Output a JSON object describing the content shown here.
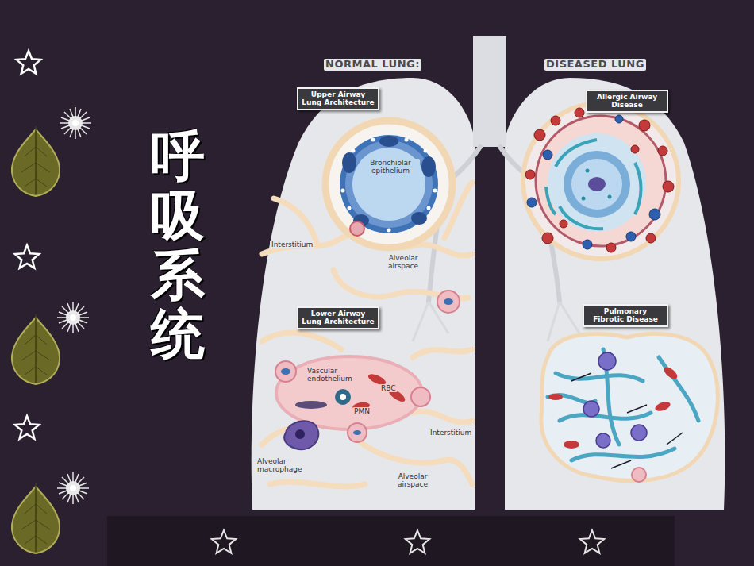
{
  "diagram": {
    "title": "呼吸系统",
    "nodes": [
      {
        "text": [
          "Upper Airway Lung Architecture"
        ]
      },
      {
        "text": [
          "Allergic Airway Disease"
        ]
      },
      {
        "text": [
          "Lower Airway Lung Architecture"
        ]
      },
      {
        "text": [
          "Pulmonary Fibrotic Disease"
        ]
      }
    ],
    "labels": [
      "NORMAL LUNG:",
      "DISEASED LUNG",
      "Bronchiolar epithelium",
      "Interstitium",
      "Alveolar airspace",
      "Vascular endothelium",
      "RBC",
      "PMN",
      "Interstitium",
      "Alveolar airspace",
      "Alveolar macrophage"
    ]
  }
}
